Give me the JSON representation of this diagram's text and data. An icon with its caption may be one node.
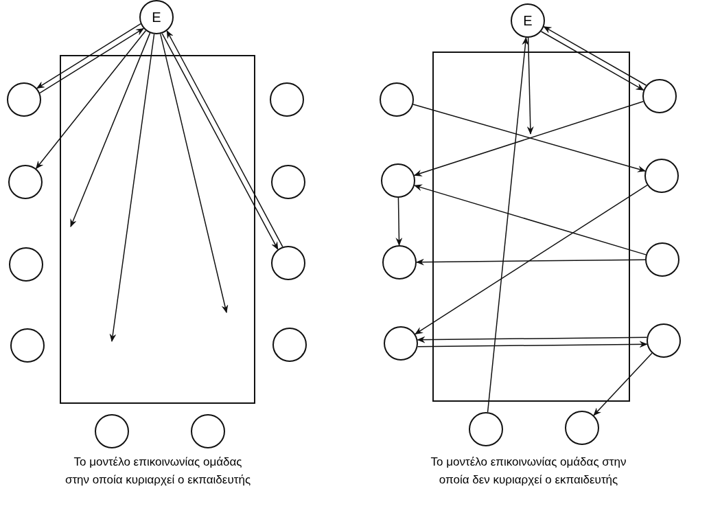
{
  "diagram": {
    "nodes": [
      {
        "text": [
          "E"
        ]
      },
      {
        "text": [],
        "shape": "circle"
      },
      {
        "text": [],
        "shape": "circle"
      },
      {
        "text": [],
        "shape": "circle"
      },
      {
        "text": [],
        "shape": "circle"
      },
      {
        "text": [],
        "shape": "circle"
      },
      {
        "text": [],
        "shape": "circle"
      },
      {
        "text": [],
        "shape": "circle"
      },
      {
        "text": [],
        "shape": "circle"
      },
      {
        "text": [],
        "shape": "circle"
      },
      {
        "text": [],
        "shape": "circle"
      },
      {
        "text": [
          "E"
        ]
      },
      {
        "text": [],
        "shape": "circle"
      },
      {
        "text": [],
        "shape": "circle"
      },
      {
        "text": [],
        "shape": "circle"
      },
      {
        "text": [],
        "shape": "circle"
      },
      {
        "text": [],
        "shape": "circle"
      },
      {
        "text": [],
        "shape": "circle"
      },
      {
        "text": [],
        "shape": "circle"
      },
      {
        "text": [],
        "shape": "circle"
      },
      {
        "text": [],
        "shape": "circle"
      },
      {
        "text": [],
        "shape": "circle"
      }
    ],
    "edges": [
      {
        "from": 0,
        "to": 1,
        "arrow": "to"
      },
      {
        "from": 1,
        "to": 0,
        "arrow": "to"
      },
      {
        "from": 0,
        "to": 2,
        "arrow": "to"
      },
      {
        "from": 0,
        "to": null,
        "arrow": "to"
      },
      {
        "from": 0,
        "to": null,
        "arrow": "to"
      },
      {
        "from": 0,
        "to": null,
        "arrow": "to"
      },
      {
        "from": 0,
        "to": 7,
        "arrow": "to"
      },
      {
        "from": 7,
        "to": 0,
        "arrow": "to"
      },
      {
        "from": 11,
        "to": 16,
        "arrow": "to"
      },
      {
        "from": 16,
        "to": 11,
        "arrow": "to"
      },
      {
        "from": 11,
        "to": null,
        "arrow": "to"
      },
      {
        "from": 20,
        "to": 11,
        "arrow": "to"
      },
      {
        "from": 12,
        "to": 17,
        "arrow": "to"
      },
      {
        "from": 16,
        "to": 13,
        "arrow": "to"
      },
      {
        "from": 18,
        "to": 13,
        "arrow": "to"
      },
      {
        "from": 13,
        "to": 14,
        "arrow": "to"
      },
      {
        "from": 18,
        "to": 14,
        "arrow": "to"
      },
      {
        "from": 17,
        "to": 15,
        "arrow": "to"
      },
      {
        "from": 15,
        "to": 19,
        "arrow": "to"
      },
      {
        "from": 19,
        "to": 15,
        "arrow": "to"
      },
      {
        "from": 19,
        "to": 21,
        "arrow": "to"
      }
    ],
    "labels": [
      "Το μοντέλο επικοινωνίας ομάδας στην οποία κυριαρχεί ο εκπαιδευτής",
      "Το μοντέλο επικοινωνίας ομάδας στην οποία δεν κυριαρχεί ο εκπαιδευτής"
    ]
  }
}
